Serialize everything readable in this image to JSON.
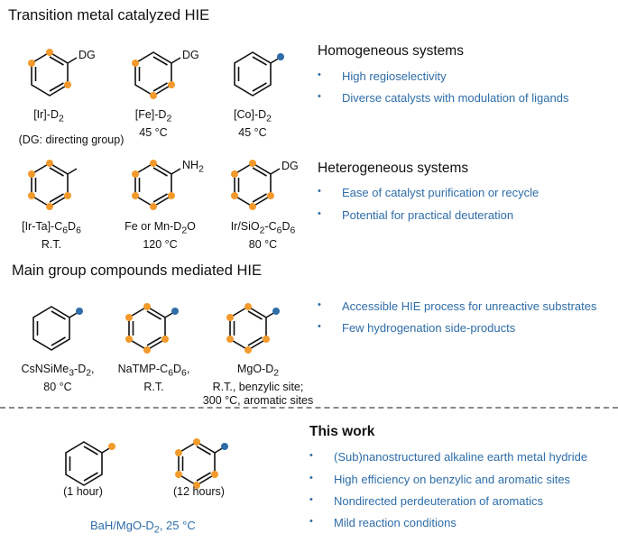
{
  "section1": {
    "title": "Transition metal catalyzed HIE",
    "mol_labels": {
      "ir": "DG",
      "fe": "DG",
      "ir_ta_substituent": "",
      "nh2": "NH",
      "nh2_sub": "2",
      "ir_sio2": "DG"
    },
    "captions": {
      "ir_main": "[Ir]-D",
      "ir_sub": "2",
      "fe_main": "[Fe]-D",
      "fe_sub": "2",
      "fe_temp": "45 °C",
      "co_main": "[Co]-D",
      "co_sub": "2",
      "co_temp": "45 °C",
      "dg_note": "(DG: directing group)",
      "irta_a": "[Ir-Ta]-C",
      "irta_b": "6",
      "irta_c": "D",
      "irta_d": "6",
      "irta_temp": "R.T.",
      "femn_a": "Fe or Mn-D",
      "femn_b": "2",
      "femn_c": "O",
      "femn_temp": "120 °C",
      "irsio_a": "Ir/SiO",
      "irsio_b": "2",
      "irsio_c": "-C",
      "irsio_d": "6",
      "irsio_e": "D",
      "irsio_f": "6",
      "irsio_temp": "80 °C"
    },
    "homogeneous": {
      "title": "Homogeneous systems",
      "bullets": [
        "High regioselectivity",
        "Diverse catalysts with modulation of ligands"
      ]
    },
    "heterogeneous": {
      "title": "Heterogeneous systems",
      "bullets": [
        "Ease of catalyst purification or recycle",
        "Potential for practical deuteration"
      ]
    }
  },
  "section2": {
    "title": "Main group compounds mediated HIE",
    "captions": {
      "cs_a": "CsNSiMe",
      "cs_b": "3",
      "cs_c": "-D",
      "cs_d": "2",
      "cs_e": ",",
      "cs_temp": "80 °C",
      "na_a": "NaTMP-C",
      "na_b": "6",
      "na_c": "D",
      "na_d": "6",
      "na_e": ",",
      "na_temp": "R.T.",
      "mgo_a": "MgO-D",
      "mgo_b": "2",
      "mgo_line2": "R.T., benzylic site;",
      "mgo_line3": "300 °C, aromatic sites"
    },
    "bullets": [
      "Accessible HIE process for unreactive substrates",
      "Few hydrogenation side-products"
    ]
  },
  "section3": {
    "title": "This work",
    "caption_1": "(1 hour)",
    "caption_2": "(12 hours)",
    "conditions": "BaH/MgO-D",
    "conditions_sub": "2",
    "conditions_temp": ", 25 °C",
    "bullets": [
      "(Sub)nanostructured alkaline earth metal hydride",
      "High efficiency on benzylic and aromatic sites",
      "Nondirected perdeuteration of aromatics",
      "Mild reaction conditions"
    ]
  },
  "bullet_glyph": "•",
  "colors": {
    "orange": "#f39a2c",
    "blue": "#2e6da8",
    "text": "#111111",
    "dashed": "#8a8a8a"
  }
}
